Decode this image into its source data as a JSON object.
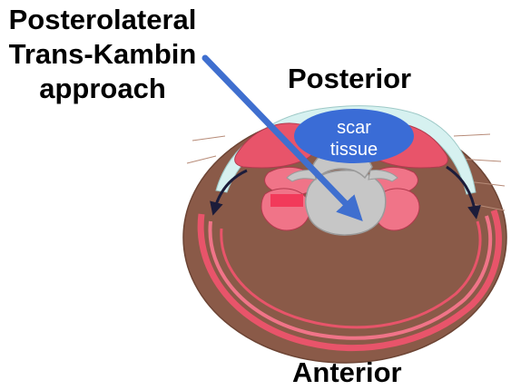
{
  "title_lines": [
    "Posterolateral",
    "Trans-Kambin",
    "approach"
  ],
  "labels": {
    "posterior": "Posterior",
    "anterior": "Anterior",
    "scar_tissue": [
      "scar",
      "tissue"
    ]
  },
  "colors": {
    "body_brown": "#8a5a48",
    "muscle_red": "#e8546a",
    "muscle_pink": "#f07488",
    "vertebra_gray": "#c6c6c6",
    "fascia_cyan": "#d6f1f0",
    "scar_blue": "#3a6cd6",
    "arrow_blue": "#3f6fcf",
    "arrow_dark": "#1c1c3a"
  },
  "icons": {
    "approach_arrow": "arrow-icon",
    "left_curved_arrow": "curved-arrow-icon",
    "right_curved_arrow": "curved-arrow-icon"
  }
}
